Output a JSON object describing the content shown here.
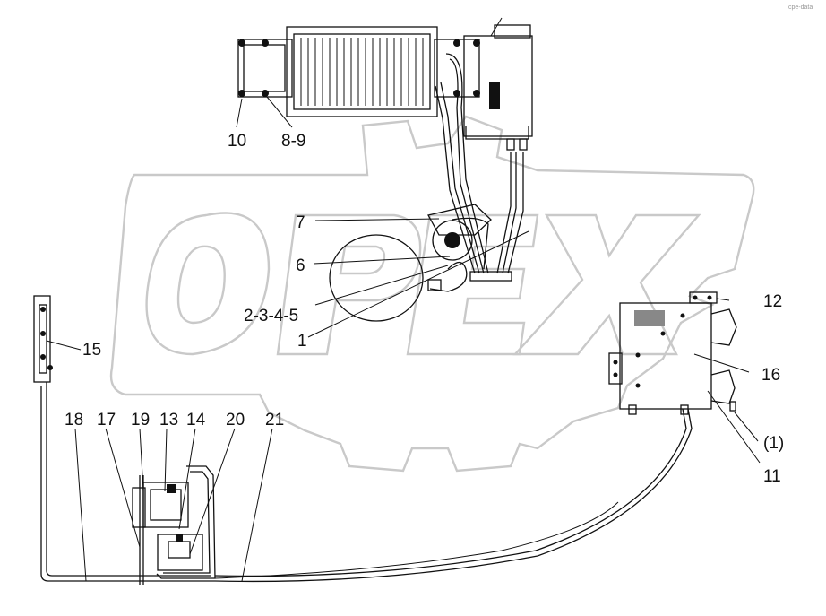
{
  "watermark": "OPEX",
  "corner_mark": "cpe-data",
  "callouts": [
    {
      "id": "c1",
      "text": "10"
    },
    {
      "id": "c2",
      "text": "8-9"
    },
    {
      "id": "c3",
      "text": "7"
    },
    {
      "id": "c4",
      "text": "6"
    },
    {
      "id": "c5",
      "text": "2-3-4-5"
    },
    {
      "id": "c6",
      "text": "1"
    },
    {
      "id": "c7",
      "text": "12"
    },
    {
      "id": "c8",
      "text": "16"
    },
    {
      "id": "c9",
      "text": "(1)"
    },
    {
      "id": "c10",
      "text": "11"
    },
    {
      "id": "c11",
      "text": "15"
    },
    {
      "id": "c12",
      "text": "18"
    },
    {
      "id": "c13",
      "text": "17"
    },
    {
      "id": "c14",
      "text": "19"
    },
    {
      "id": "c15",
      "text": "13"
    },
    {
      "id": "c16",
      "text": "14"
    },
    {
      "id": "c17",
      "text": "20"
    },
    {
      "id": "c18",
      "text": "21"
    }
  ]
}
